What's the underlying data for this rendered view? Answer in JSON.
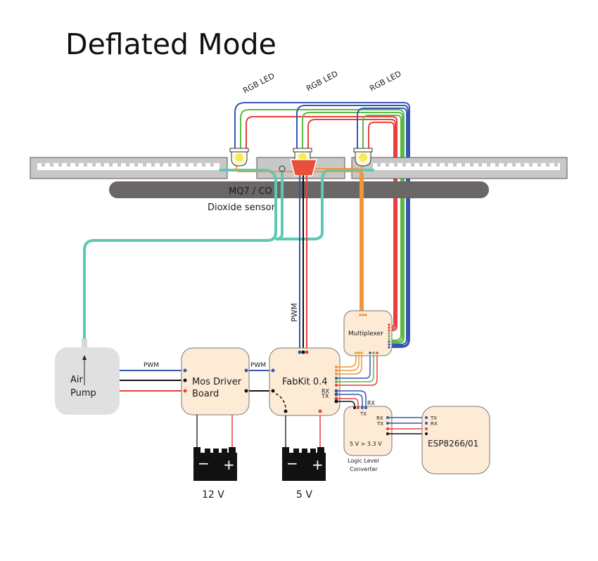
{
  "title": "Deflated Mode",
  "colors": {
    "board_fill": "#fdebd6",
    "pump_fill": "#e0e0e0",
    "strip_fill": "#c8c8c8",
    "sensor_bar": "#6b6767",
    "air_tube": "#5ec8b2",
    "red": "#e8403a",
    "green": "#5cb947",
    "blue": "#3656b0",
    "orange": "#f0953a",
    "black": "#111111"
  },
  "leds": [
    {
      "label": "RGB LED"
    },
    {
      "label": "RGB LED"
    },
    {
      "label": "RGB LED"
    }
  ],
  "sensor": {
    "line1": "MQ7 / CO",
    "line2": "Dioxide sensor"
  },
  "components": {
    "air_pump": {
      "line1": "Air",
      "line2": "Pump"
    },
    "mos_driver": {
      "line1": "Mos Driver",
      "line2": "Board"
    },
    "fabkit": {
      "label": "FabKit 0.4",
      "rx": "RX",
      "tx": "TX"
    },
    "multiplexer": {
      "label": "Multiplexer"
    },
    "logic_converter": {
      "inner": "5 V > 3.3 V",
      "caption1": "Logic Level",
      "caption2": "Converter",
      "rx": "RX",
      "tx": "TX",
      "top_rx": "RX",
      "top_tx": "TX"
    },
    "esp": {
      "label": "ESP8266/01",
      "tx": "TX",
      "rx": "RX"
    }
  },
  "wire_labels": {
    "pwm_pump": "PWM",
    "pwm_mos": "PWM",
    "pwm_vertical": "PWM"
  },
  "batteries": [
    {
      "voltage": "12 V",
      "minus": "−",
      "plus": "+"
    },
    {
      "voltage": "5 V",
      "minus": "−",
      "plus": "+"
    }
  ]
}
